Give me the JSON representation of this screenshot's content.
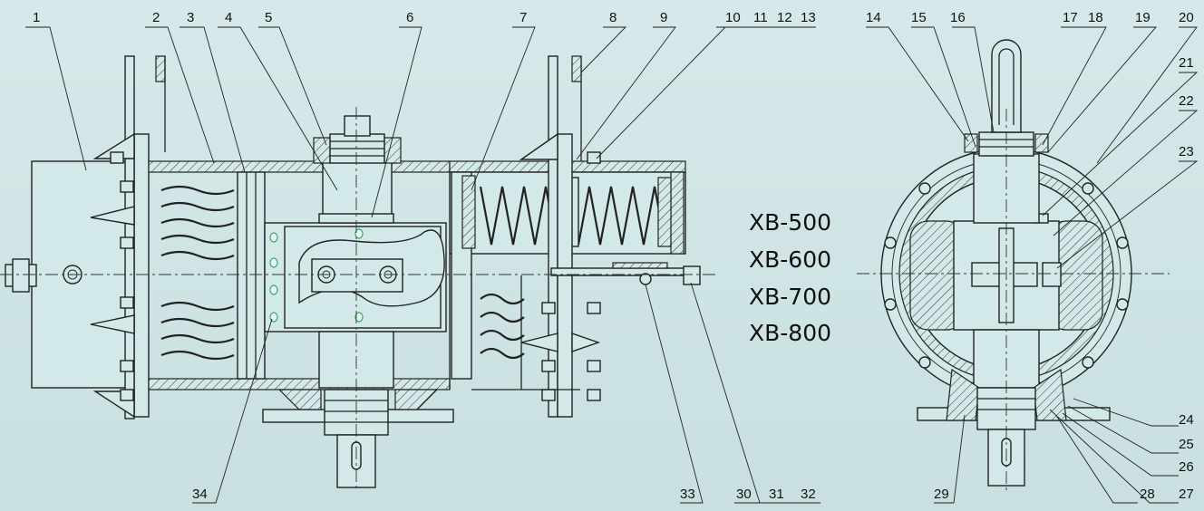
{
  "callouts_top_left": [
    "1",
    "2",
    "3",
    "4",
    "5",
    "6",
    "7",
    "8",
    "9",
    "10",
    "11",
    "12",
    "13"
  ],
  "callouts_top_right": [
    "14",
    "15",
    "16",
    "17",
    "18",
    "19",
    "20",
    "21",
    "22",
    "23"
  ],
  "callouts_bottom_left": [
    "34",
    "33",
    "30",
    "31",
    "32"
  ],
  "callouts_bottom_right": [
    "29",
    "28",
    "27",
    "26",
    "25",
    "24"
  ],
  "models": [
    "XB-500",
    "XB-600",
    "XB-700",
    "XB-800"
  ]
}
